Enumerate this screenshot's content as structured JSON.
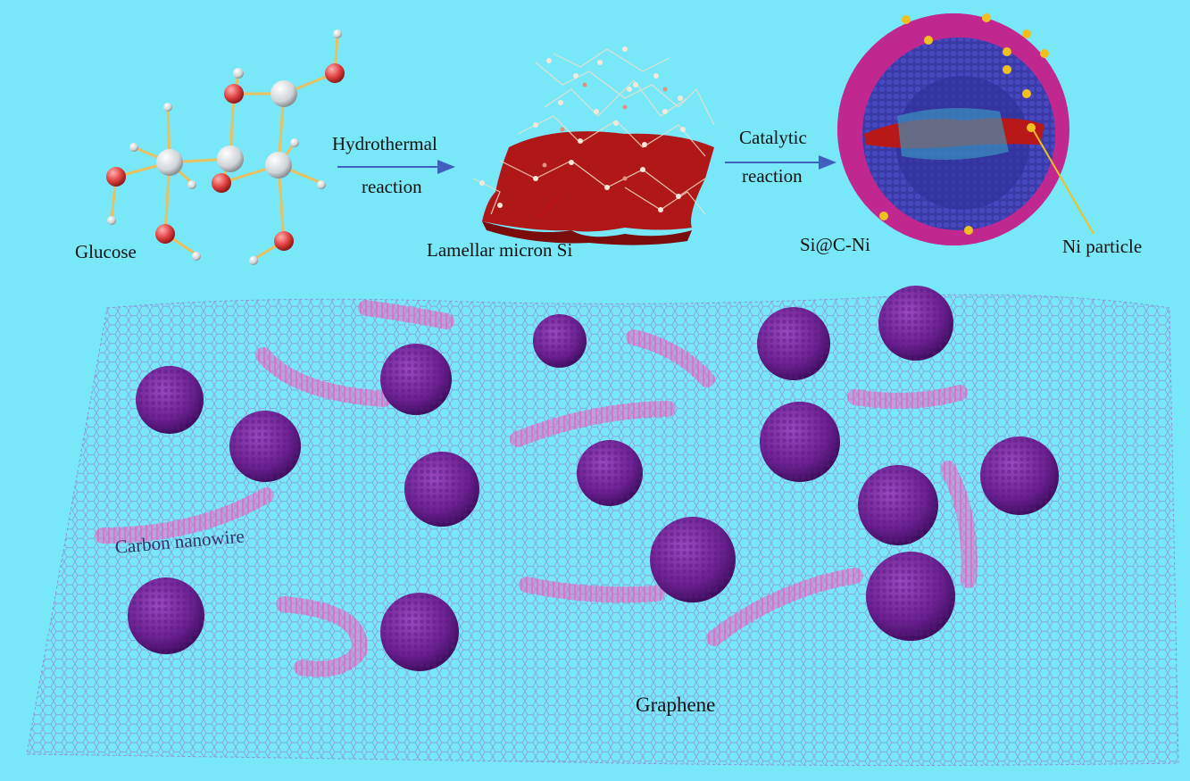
{
  "labels": {
    "glucose": "Glucose",
    "hydrothermal": "Hydrothermal",
    "reaction_1": "reaction",
    "lamellar": "Lamellar micron Si",
    "catalytic": "Catalytic",
    "reaction_2": "reaction",
    "si_c_ni": "Si@C-Ni",
    "ni_particle": "Ni particle",
    "carbon_nanowire": "Carbon nanowire",
    "graphene": "Graphene"
  },
  "colors": {
    "background": "#78e8f8",
    "graphene_mesh": "#8f8fd8",
    "sphere_purple": "#7a2a9a",
    "sphere_dark": "#4a1268",
    "nanowire_pink": "#e070c8",
    "si_red": "#b01818",
    "oxygen_red": "#e04040",
    "bond_gold": "#e8c060",
    "arrow_blue": "#4060c0",
    "carbon_shell_magenta": "#c02890",
    "carbon_inner_blue": "#4848c0",
    "ni_yellow": "#f0c020"
  },
  "icons": {
    "glucose": "glucose-molecule-icon",
    "lamellar_si": "silicon-flake-icon",
    "composite": "si-c-ni-sphere-icon"
  }
}
